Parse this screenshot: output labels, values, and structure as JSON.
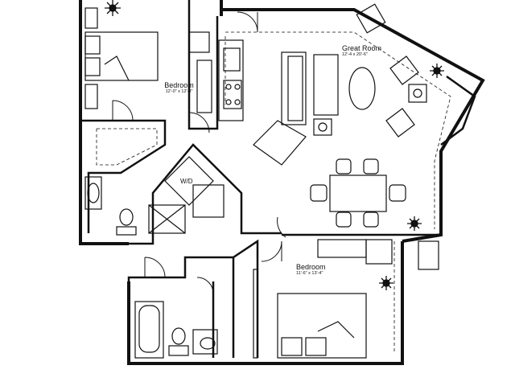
{
  "rooms": [
    {
      "name": "Bedroom",
      "dimensions": "12'-0\" x 12'-8\""
    },
    {
      "name": "Great Room",
      "dimensions": "12'-4 x 20'-6\""
    },
    {
      "name": "Bedroom",
      "dimensions": "11'-6\" x 13'-4\""
    }
  ],
  "laundry": {
    "label": "W/D"
  },
  "colors": {
    "wall": "#111111",
    "background": "#ffffff"
  }
}
